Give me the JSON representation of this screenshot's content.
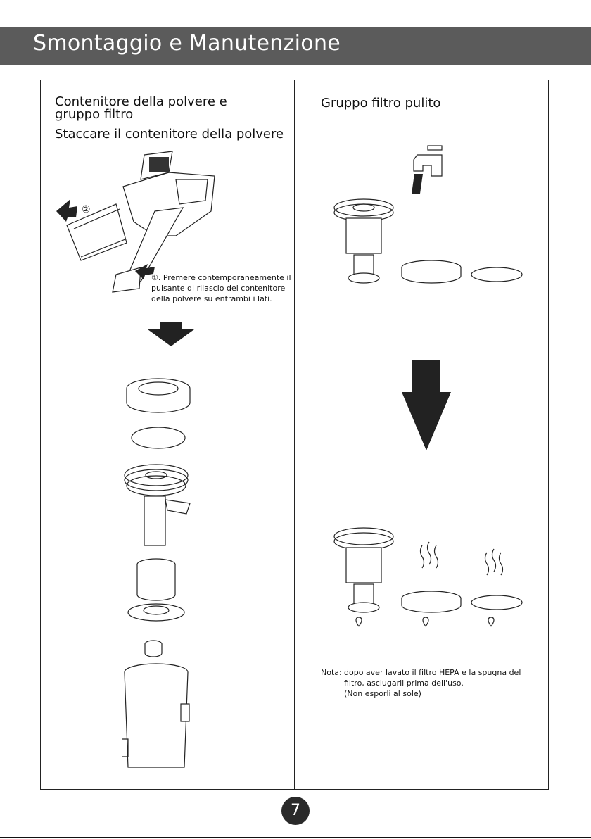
{
  "header": {
    "title": "Smontaggio e Manutenzione"
  },
  "left": {
    "heading": "Contenitore della polvere e gruppo filtro",
    "subheading": "Staccare il contenitore della polvere",
    "step2_marker": "②",
    "step1_text": "①. Premere contemporaneamente il pulsante di rilascio del contenitore della polvere su entrambi i lati."
  },
  "right": {
    "heading": "Gruppo filtro pulito",
    "note_label": "Nota:",
    "note_line1": "dopo aver lavato il filtro HEPA e la spugna del",
    "note_line2": "filtro, asciugarli prima dell'uso.",
    "note_line3": "(Non esporli al sole)"
  },
  "footer": {
    "page_number": "7"
  }
}
